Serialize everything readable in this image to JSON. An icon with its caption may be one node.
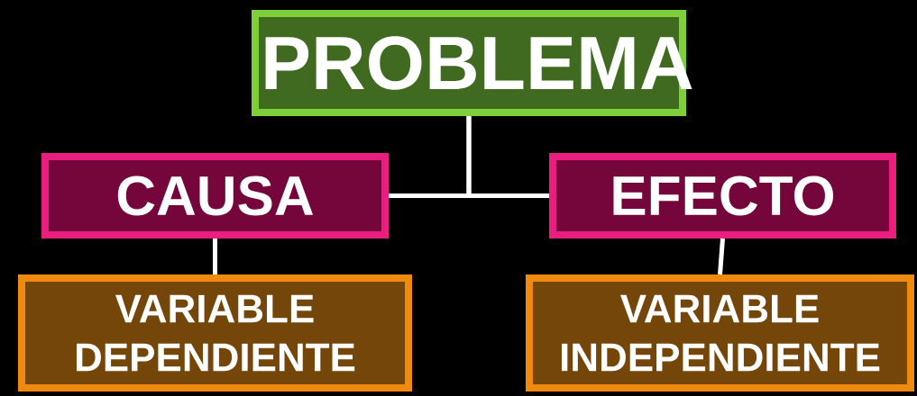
{
  "diagram": {
    "nodes": [
      {
        "text": [
          "PROBLEMA"
        ]
      },
      {
        "text": [
          "CAUSA"
        ]
      },
      {
        "text": [
          "EFECTO"
        ]
      },
      {
        "text": [
          "VARIABLE DEPENDIENTE"
        ]
      },
      {
        "text": [
          "VARIABLE INDEPENDIENTE"
        ]
      }
    ],
    "edges": [
      {
        "from": 0,
        "to": 1,
        "arrow": "none"
      },
      {
        "from": 0,
        "to": 2,
        "arrow": "none"
      },
      {
        "from": 1,
        "to": 3,
        "arrow": "none"
      },
      {
        "from": 2,
        "to": 4,
        "arrow": "none"
      }
    ]
  }
}
